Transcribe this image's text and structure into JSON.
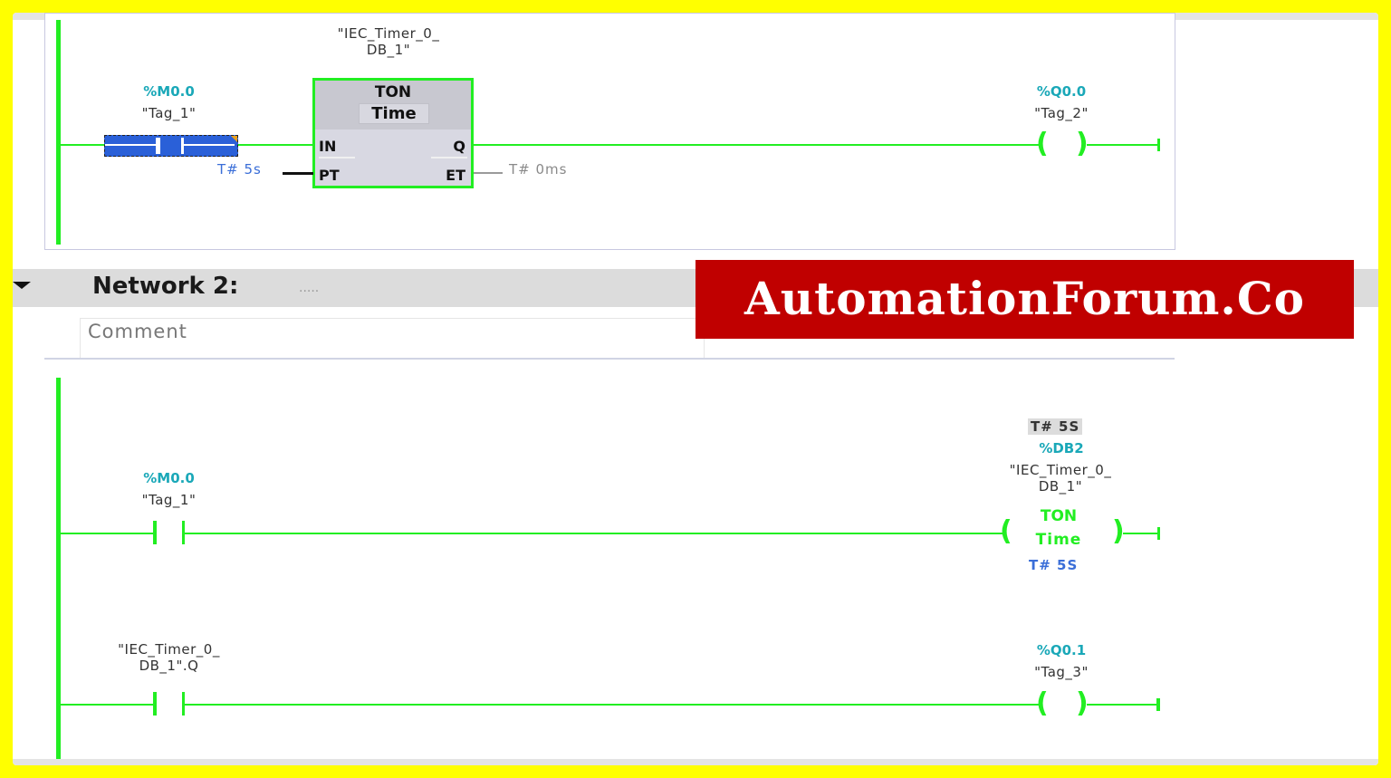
{
  "network1": {
    "timer_instance": "\"IEC_Timer_0_\nDB_1\"",
    "timer_instance_line1": "\"IEC_Timer_0_",
    "timer_instance_line2": "DB_1\"",
    "contact": {
      "address": "%M0.0",
      "tag": "\"Tag_1\"",
      "selected": true
    },
    "ton_block": {
      "type": "TON",
      "subtype": "Time",
      "pins": {
        "in": "IN",
        "q": "Q",
        "pt": "PT",
        "et": "ET"
      },
      "pt_value": "T# 5s",
      "et_value": "T# 0ms"
    },
    "coil": {
      "address": "%Q0.0",
      "tag": "\"Tag_2\""
    }
  },
  "network2": {
    "title": "Network 2:",
    "title_placeholder": ".....",
    "comment_placeholder": "Comment",
    "rung1": {
      "contact": {
        "address": "%M0.0",
        "tag": "\"Tag_1\""
      },
      "timer_coil": {
        "preset_highlight": "T# 5S",
        "address": "%DB2",
        "instance_line1": "\"IEC_Timer_0_",
        "instance_line2": "DB_1\"",
        "type": "TON",
        "subtype": "Time",
        "preset": "T# 5S"
      }
    },
    "rung2": {
      "contact": {
        "tag_line1": "\"IEC_Timer_0_",
        "tag_line2": "DB_1\".Q"
      },
      "coil": {
        "address": "%Q0.1",
        "tag": "\"Tag_3\""
      }
    }
  },
  "watermark": {
    "text": "AutomationForum.Co"
  },
  "colors": {
    "frame": "#ffff00",
    "wire": "#22ee22",
    "address": "#1aa8b8",
    "time_value": "#3a6ed8",
    "watermark_bg": "#c00000",
    "selection": "#2a60d8"
  }
}
